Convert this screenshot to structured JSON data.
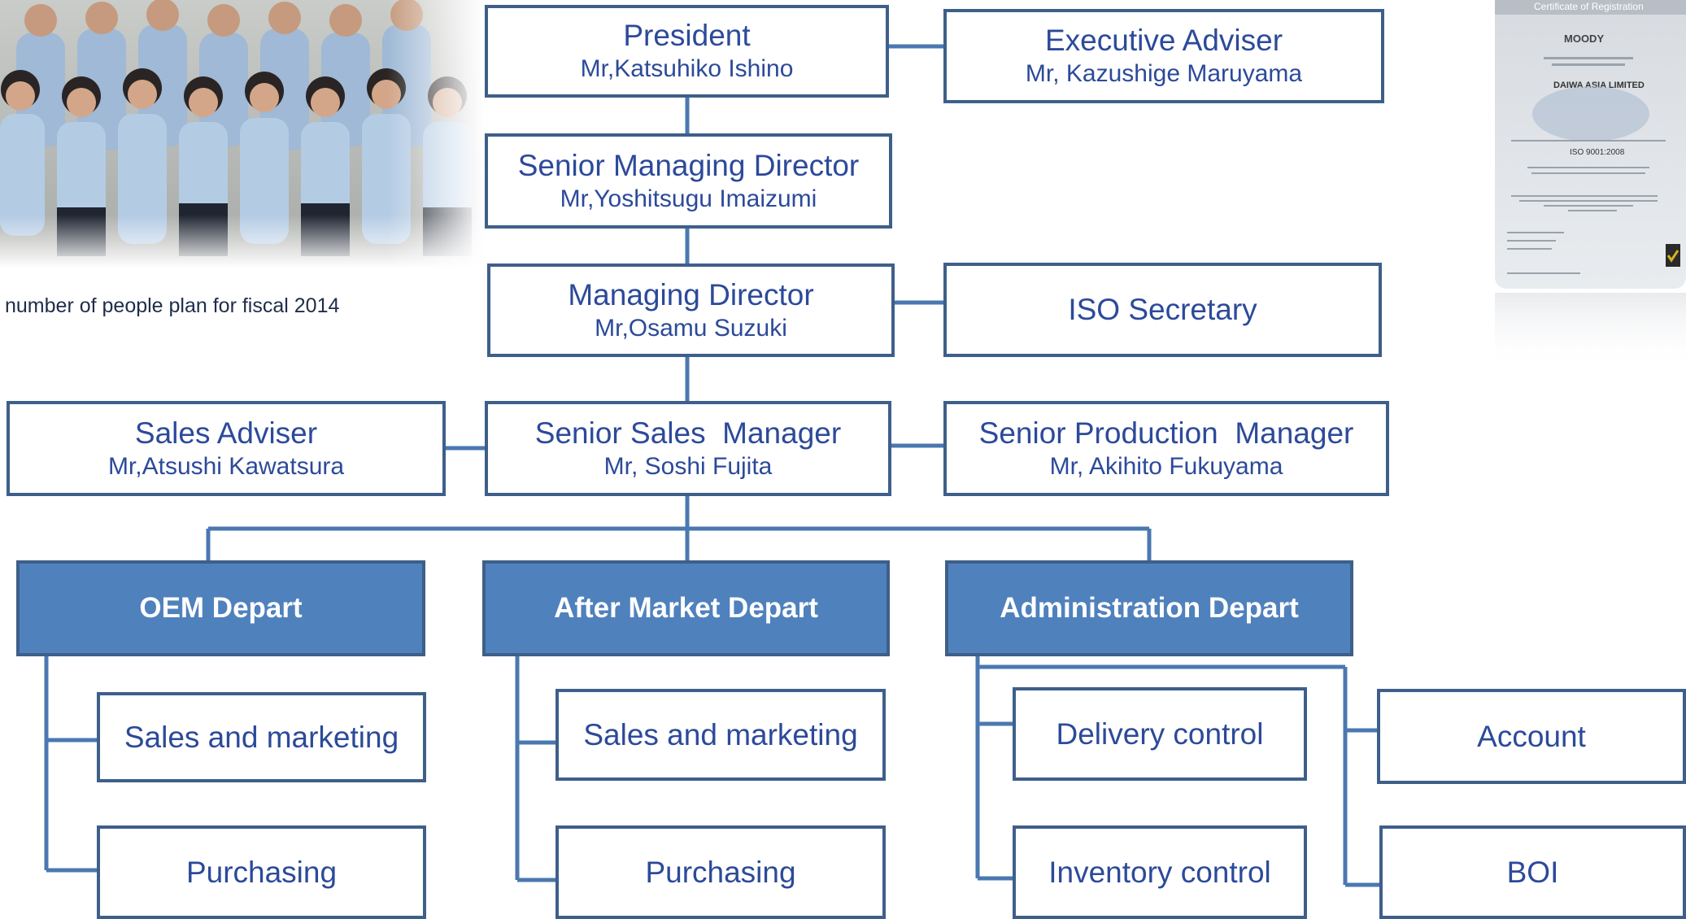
{
  "caption": "number of people plan for fiscal 2014",
  "certificate": {
    "header": "Certificate of Registration",
    "brand": "MOODY",
    "company": "DAIWA ASIA LIMITED",
    "standard": "ISO 9001:2008"
  },
  "org": {
    "president": {
      "title": "President",
      "person": "Mr,Katsuhiko Ishino"
    },
    "executive_adviser": {
      "title": "Executive Adviser",
      "person": "Mr, Kazushige Maruyama"
    },
    "senior_managing_director": {
      "title": "Senior Managing Director",
      "person": "Mr,Yoshitsugu Imaizumi"
    },
    "managing_director": {
      "title": "Managing Director",
      "person": "Mr,Osamu Suzuki"
    },
    "iso_secretary": {
      "title": "ISO Secretary"
    },
    "sales_adviser": {
      "title": "Sales Adviser",
      "person": "Mr,Atsushi Kawatsura"
    },
    "senior_sales_manager": {
      "title": "Senior Sales  Manager",
      "person": "Mr, Soshi Fujita"
    },
    "senior_production_manager": {
      "title": "Senior Production  Manager",
      "person": "Mr, Akihito Fukuyama"
    },
    "departments": [
      {
        "name": "OEM Depart",
        "units": [
          "Sales and marketing",
          "Purchasing"
        ]
      },
      {
        "name": "After Market Depart",
        "units": [
          "Sales and marketing",
          "Purchasing"
        ]
      },
      {
        "name": "Administration Depart",
        "units": [
          "Delivery control",
          "Inventory control",
          "Account",
          "BOI"
        ]
      }
    ]
  },
  "colors": {
    "box_border": "#3e5f8a",
    "box_text": "#2c4a9a",
    "dept_fill": "#4f81bd",
    "connector": "#4a78b0"
  }
}
